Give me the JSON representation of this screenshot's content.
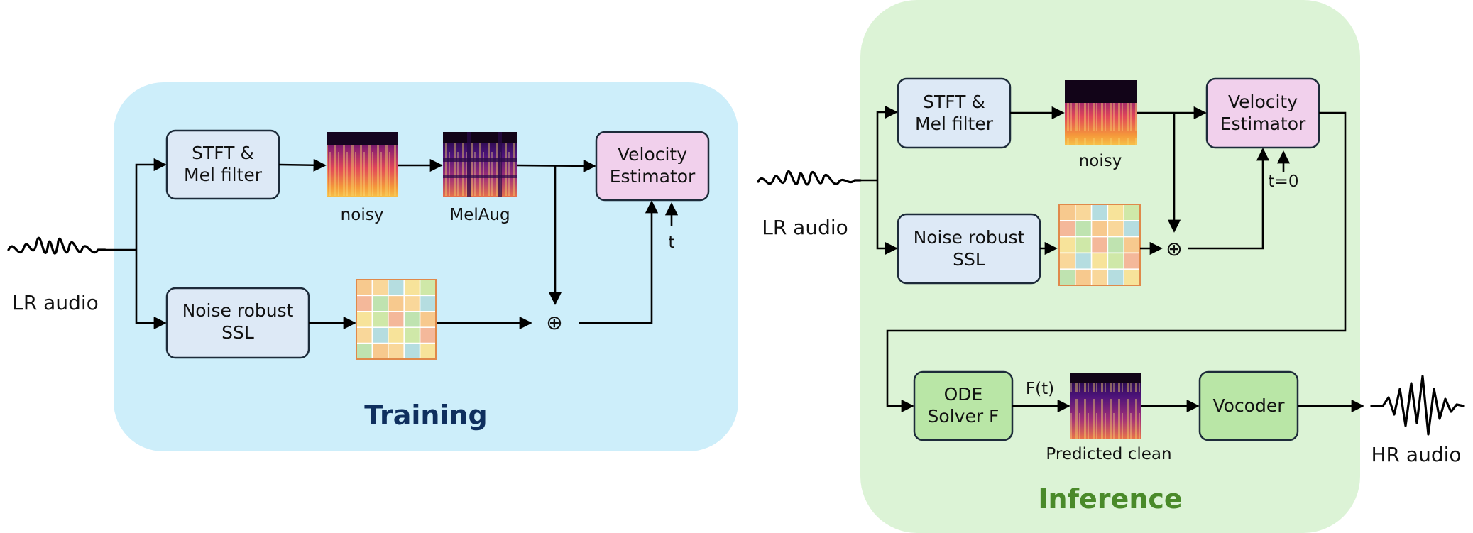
{
  "training": {
    "title": "Training",
    "lr_audio": "LR audio",
    "stft_line1": "STFT &",
    "stft_line2": "Mel filter",
    "ssl_line1": "Noise robust",
    "ssl_line2": "SSL",
    "noisy": "noisy",
    "melaug": "MelAug",
    "velocity_line1": "Velocity",
    "velocity_line2": "Estimator",
    "t_label": "t",
    "plus": "⊕"
  },
  "inference": {
    "title": "Inference",
    "lr_audio": "LR audio",
    "stft_line1": "STFT &",
    "stft_line2": "Mel filter",
    "ssl_line1": "Noise robust",
    "ssl_line2": "SSL",
    "noisy": "noisy",
    "velocity_line1": "Velocity",
    "velocity_line2": "Estimator",
    "t_label": "t=0",
    "plus": "⊕",
    "ode_line1": "ODE",
    "ode_line2": "Solver F",
    "ft_label": "F(t)",
    "predicted_clean": "Predicted clean",
    "vocoder": "Vocoder",
    "hr_audio": "HR audio"
  },
  "colors": {
    "training_panel": "#cdeefa",
    "inference_panel": "#dcf3d6",
    "blue_box": "#dde9f6",
    "pink_box": "#f1d0ec",
    "green_box": "#b9e6a6",
    "training_title": "#0f2f5e",
    "inference_title": "#4a8a2a"
  },
  "icons": {
    "spectrogram": "spectrogram-image",
    "ssl_grid": "ssl-feature-grid",
    "waveform": "audio-waveform"
  }
}
